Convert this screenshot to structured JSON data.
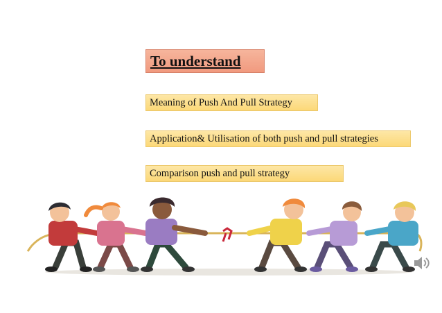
{
  "slide": {
    "title": "To understand",
    "points": [
      "Meaning of Push And Pull Strategy",
      "Application&  Utilisation of both push and pull strategies",
      "Comparison push and pull strategy"
    ]
  },
  "illustration": {
    "subject": "tug-of-war-children",
    "people_count": 6
  },
  "icons": {
    "audio": "speaker-icon"
  },
  "colors": {
    "title_fill": "#f19a7f",
    "point_fill": "#fcd878",
    "rope": "#d9b45a"
  }
}
